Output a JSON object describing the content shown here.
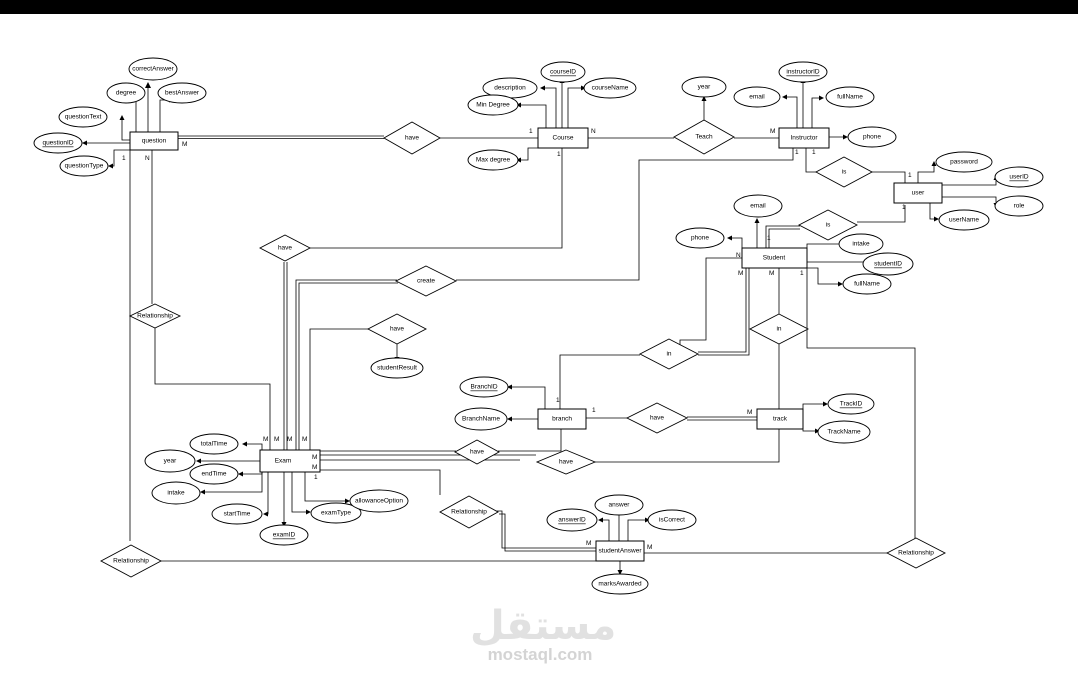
{
  "entities": {
    "question": "question",
    "course": "Course",
    "instructor": "Instructor",
    "user": "user",
    "student": "Student",
    "exam": "Exam",
    "branch": "branch",
    "track": "track",
    "student_answer": "studentAnswer"
  },
  "attributes": {
    "correct_answer": "correctAnswer",
    "degree": "degree",
    "best_answer": "bestAnswer",
    "question_text": "questionText",
    "question_id": "questionID",
    "question_type": "questionType",
    "description": "description",
    "course_id": "courseID",
    "course_name": "courseName",
    "min_degree": "Min Degree",
    "max_degree": "Max degree",
    "teach_year": "year",
    "instructor_email": "email",
    "instructor_id": "instructorID",
    "instructor_fullname": "fullName",
    "instructor_phone": "phone",
    "password": "password",
    "user_id": "userID",
    "role": "role",
    "user_name": "userName",
    "student_email": "email",
    "student_phone": "phone",
    "intake": "intake",
    "student_id": "studentID",
    "student_fullname": "fullName",
    "student_result": "studentResult",
    "branch_id": "BranchID",
    "branch_name": "BranchName",
    "track_id": "TrackID",
    "track_name": "TrackName",
    "total_time": "totalTime",
    "year": "year",
    "end_time": "endTime",
    "exam_intake": "intake",
    "start_time": "startTime",
    "exam_id": "examID",
    "exam_type": "examType",
    "allowance_option": "allowanceOption",
    "answer": "answer",
    "answer_id": "answerID",
    "is_correct": "isCorrect",
    "marks_awarded": "marksAwarded"
  },
  "relationships": {
    "have_question_course": "have",
    "teach": "Teach",
    "is_instructor_user": "is",
    "is_student_user": "is",
    "have_exam_course": "have",
    "create": "create",
    "have_result": "have",
    "relationship_question_exam": "Relationship",
    "in_student_branch": "in",
    "in_student_track": "in",
    "have_branch_track": "have",
    "have_exam_branch": "have",
    "have_exam_track": "have",
    "relationship_exam_answer": "Relationship",
    "relationship_question_answer": "Relationship",
    "relationship_student_answer": "Relationship"
  },
  "cardinalities": {
    "c1": "M",
    "c2": "1",
    "c3": "N",
    "c4": "1",
    "c5": "N",
    "c6": "M",
    "c7": "1",
    "c8": "1",
    "c9": "1",
    "c10": "1",
    "c11": "N",
    "c12": "M",
    "c13": "M",
    "c14": "1",
    "c15": "1",
    "c16": "1",
    "c17": "1",
    "c18": "M",
    "c19": "1",
    "c20": "M",
    "c21": "M",
    "c22": "M",
    "c23": "M",
    "c24": "M",
    "c25": "M",
    "c26": "1",
    "c27": "M",
    "c28": "M"
  },
  "watermark": {
    "arabic": "مستقل",
    "url": "mostaql.com"
  }
}
